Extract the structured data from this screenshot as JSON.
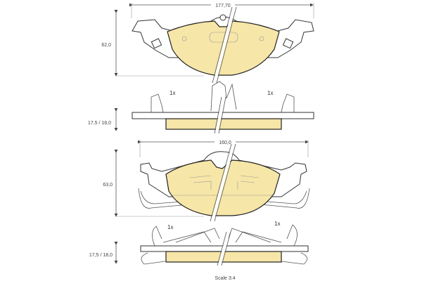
{
  "colors": {
    "pad_fill": "#f6e6a8",
    "line": "#333333"
  },
  "top_pad": {
    "width_dim": "177,70",
    "height_dim": "62,0",
    "qty_left": "1x",
    "qty_right": "1x",
    "thickness_dim": "17,5 / 18,0"
  },
  "bottom_pad": {
    "width_dim": "160,0",
    "height_dim": "63,0",
    "qty_left": "1x",
    "qty_right": "1x",
    "thickness_dim": "17,5 / 18,0"
  },
  "scale_label": "Scale 3:4"
}
